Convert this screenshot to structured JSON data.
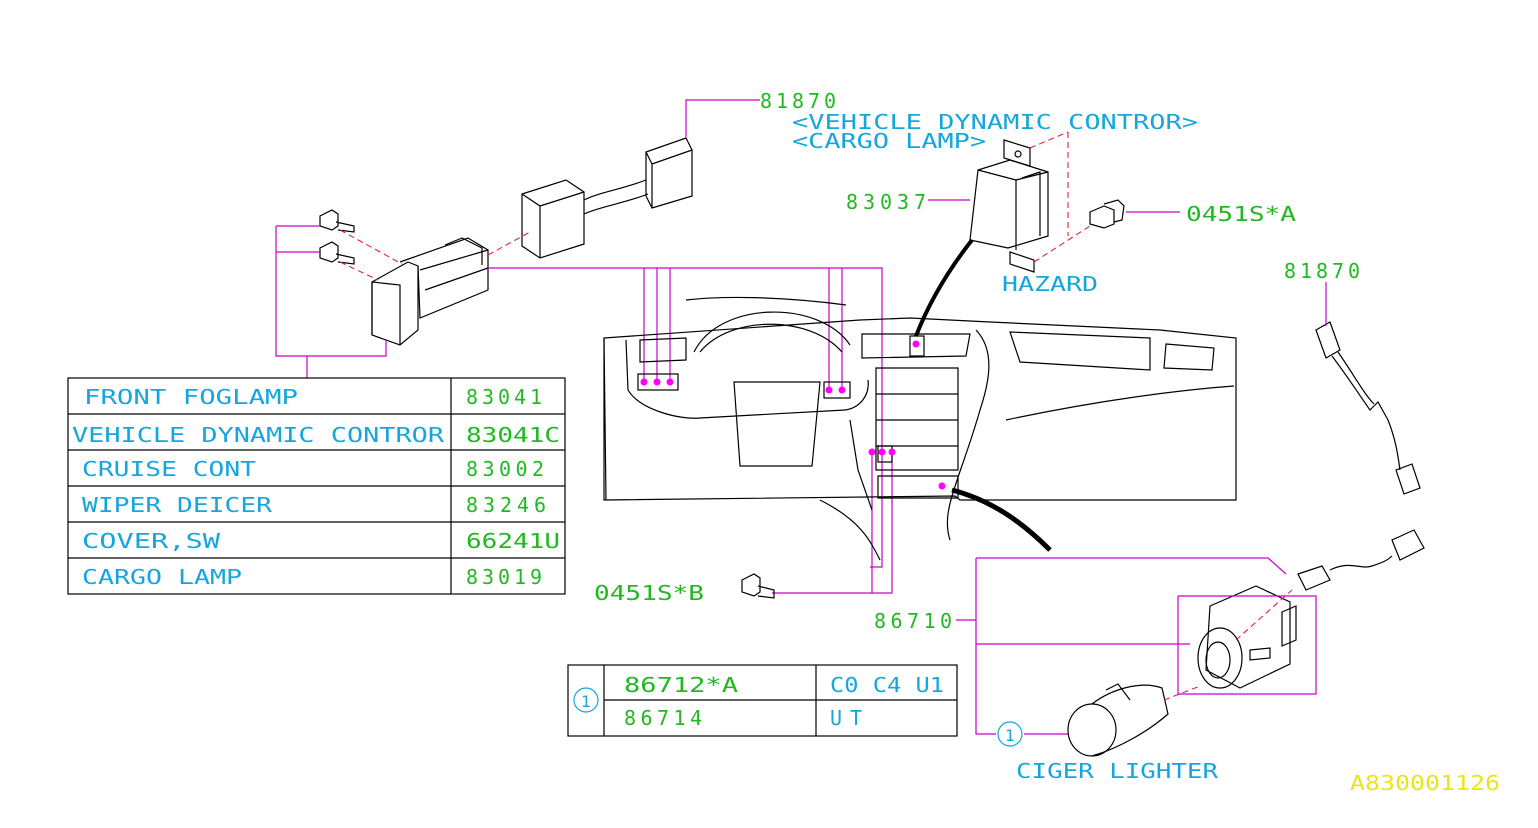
{
  "callouts": {
    "part_81870_top": "81870",
    "vdc_note": "<VEHICLE DYNAMIC CONTROR>",
    "cargo_note": "<CARGO LAMP>",
    "part_83037": "83037",
    "part_0451s_a": "0451S*A",
    "hazard": "HAZARD",
    "part_81870_right": "81870",
    "part_0451s_b": "0451S*B",
    "part_86710": "86710",
    "ciger_lighter": "CIGER LIGHTER",
    "circle_ref": "1",
    "diagram_id": "A830001126"
  },
  "switch_table": [
    {
      "name": "FRONT FOGLAMP",
      "part": "83041"
    },
    {
      "name": "VEHICLE DYNAMIC CONTROR",
      "part": "83041C"
    },
    {
      "name": "CRUISE CONT",
      "part": "83002"
    },
    {
      "name": "WIPER DEICER",
      "part": "83246"
    },
    {
      "name": "COVER,SW",
      "part": "66241U"
    },
    {
      "name": "CARGO LAMP",
      "part": "83019"
    }
  ],
  "lighter_table": {
    "ref": "1",
    "rows": [
      {
        "part": "86712*A",
        "models": "C0 C4 U1"
      },
      {
        "part": "86714",
        "models": "UT"
      }
    ]
  },
  "colors": {
    "part_number": "#22b822",
    "label": "#16a6dd",
    "leader": "#cc00cc",
    "dashed": "#e0203a",
    "id": "#e8e51a"
  }
}
